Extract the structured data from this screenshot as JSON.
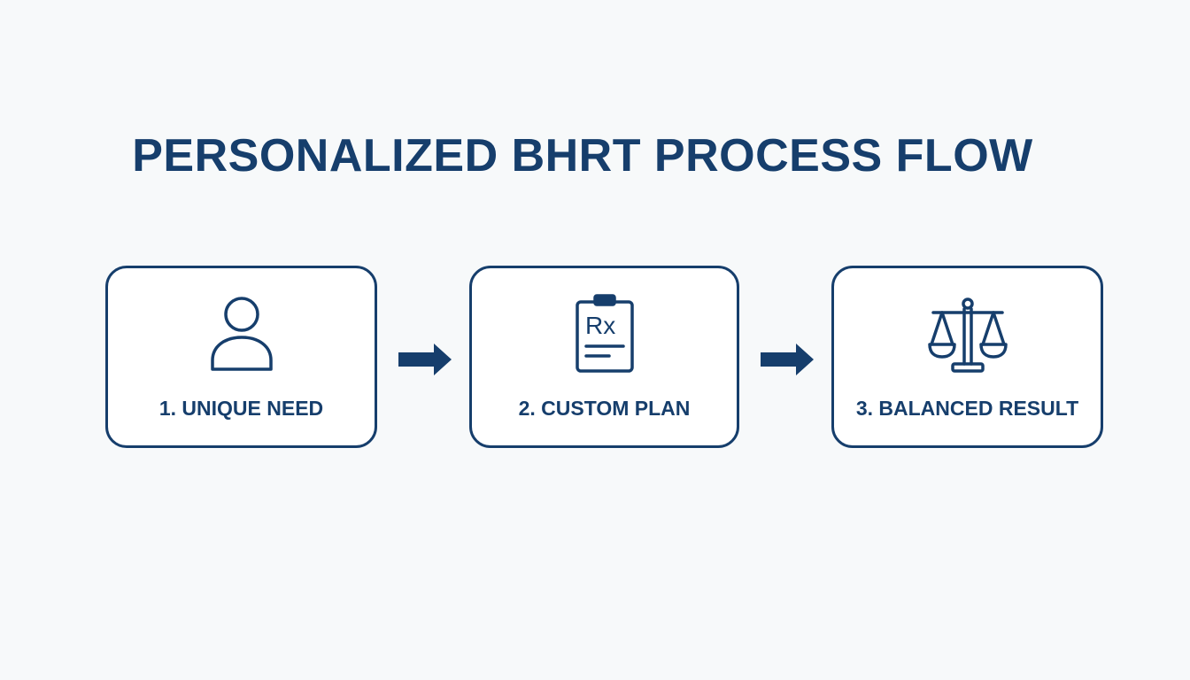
{
  "title": "PERSONALIZED BHRT PROCESS FLOW",
  "colors": {
    "primary": "#163e6c",
    "background": "#f7f9fa"
  },
  "steps": [
    {
      "label": "1. UNIQUE NEED",
      "icon": "person-icon"
    },
    {
      "label": "2. CUSTOM PLAN",
      "icon": "prescription-clipboard-icon",
      "icon_text": "Rx"
    },
    {
      "label": "3. BALANCED RESULT",
      "icon": "balance-scale-icon"
    }
  ],
  "connectors": [
    {
      "icon": "arrow-right-icon"
    },
    {
      "icon": "arrow-right-icon"
    }
  ]
}
